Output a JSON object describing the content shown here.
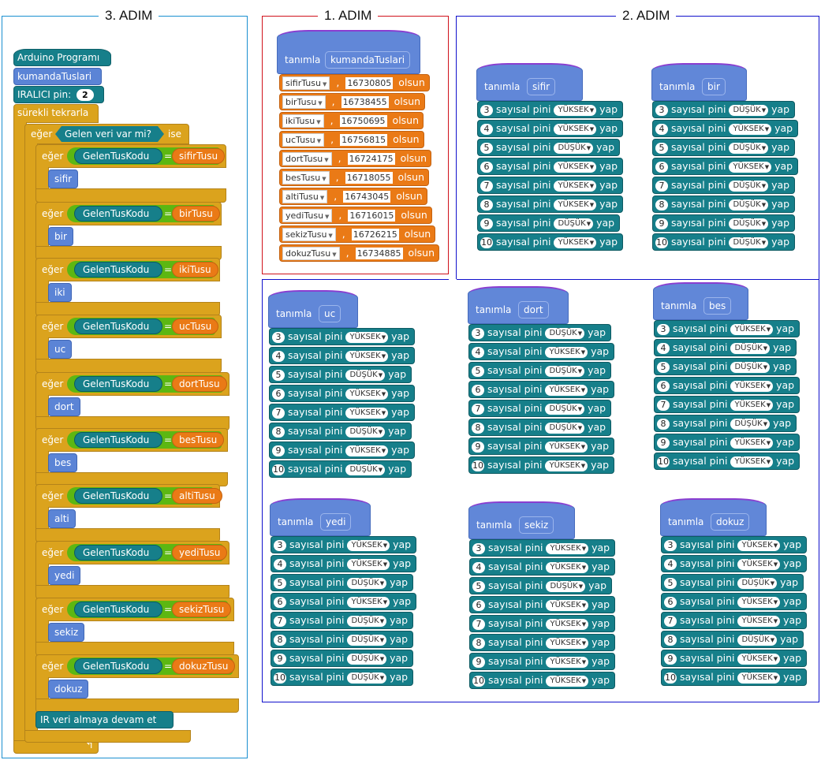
{
  "sections": {
    "step1": {
      "title": "1. ADIM"
    },
    "step2": {
      "title": "2. ADIM"
    },
    "step3": {
      "title": "3. ADIM"
    }
  },
  "main_script": {
    "hat_label": "Arduino Programı",
    "call_label": "kumandaTuslari",
    "ir_label": "IRALICI pin:",
    "ir_pin": "2",
    "forever_label": "sürekli tekrarla",
    "outer_if": {
      "if_word": "eğer",
      "condition": "Gelen veri var mi?",
      "then_word": "ise"
    },
    "inner_ifs": [
      {
        "if_word": "eğer",
        "variable": "GelenTusKodu",
        "op": "=",
        "key": "sifirTusu",
        "call": "sifir"
      },
      {
        "if_word": "eğer",
        "variable": "GelenTusKodu",
        "op": "=",
        "key": "birTusu",
        "call": "bir"
      },
      {
        "if_word": "eğer",
        "variable": "GelenTusKodu",
        "op": "=",
        "key": "ikiTusu",
        "call": "iki"
      },
      {
        "if_word": "eğer",
        "variable": "GelenTusKodu",
        "op": "=",
        "key": "ucTusu",
        "call": "uc"
      },
      {
        "if_word": "eğer",
        "variable": "GelenTusKodu",
        "op": "=",
        "key": "dortTusu",
        "call": "dort"
      },
      {
        "if_word": "eğer",
        "variable": "GelenTusKodu",
        "op": "=",
        "key": "besTusu",
        "call": "bes"
      },
      {
        "if_word": "eğer",
        "variable": "GelenTusKodu",
        "op": "=",
        "key": "altiTusu",
        "call": "alti"
      },
      {
        "if_word": "eğer",
        "variable": "GelenTusKodu",
        "op": "=",
        "key": "yediTusu",
        "call": "yedi"
      },
      {
        "if_word": "eğer",
        "variable": "GelenTusKodu",
        "op": "=",
        "key": "sekizTusu",
        "call": "sekiz"
      },
      {
        "if_word": "eğer",
        "variable": "GelenTusKodu",
        "op": "=",
        "key": "dokuzTusu",
        "call": "dokuz"
      }
    ],
    "resume_label": "IR veri almaya devam et",
    "loop_icon": "loop-arrow-icon"
  },
  "definitions": {
    "define_word": "tanımla",
    "name": "kumandaTuslari",
    "set_word": "olsun",
    "rows": [
      {
        "key": "sifirTusu",
        "value": "16730805"
      },
      {
        "key": "birTusu",
        "value": "16738455"
      },
      {
        "key": "ikiTusu",
        "value": "16750695"
      },
      {
        "key": "ucTusu",
        "value": "16756815"
      },
      {
        "key": "dortTusu",
        "value": "16724175"
      },
      {
        "key": "besTusu",
        "value": "16718055"
      },
      {
        "key": "altiTusu",
        "value": "16743045"
      },
      {
        "key": "yediTusu",
        "value": "16716015"
      },
      {
        "key": "sekizTusu",
        "value": "16726215"
      },
      {
        "key": "dokuzTusu",
        "value": "16734885"
      }
    ]
  },
  "pin_labels": {
    "define_word": "tanımla",
    "middle": "sayısal pini",
    "end": "yap",
    "high": "YÜKSEK",
    "low": "DÜŞÜK"
  },
  "procedures": [
    {
      "name": "sifir",
      "pins": [
        3,
        4,
        5,
        6,
        7,
        8,
        9,
        10
      ],
      "states": [
        "YÜKSEK",
        "YÜKSEK",
        "DÜŞÜK",
        "YÜKSEK",
        "YÜKSEK",
        "YÜKSEK",
        "DÜŞÜK",
        "YÜKSEK"
      ]
    },
    {
      "name": "bir",
      "pins": [
        3,
        4,
        5,
        6,
        7,
        8,
        9,
        10
      ],
      "states": [
        "DÜŞÜK",
        "YÜKSEK",
        "DÜŞÜK",
        "YÜKSEK",
        "DÜŞÜK",
        "DÜŞÜK",
        "DÜŞÜK",
        "DÜŞÜK"
      ]
    },
    {
      "name": "uc",
      "pins": [
        3,
        4,
        5,
        6,
        7,
        8,
        9,
        10
      ],
      "states": [
        "YÜKSEK",
        "YÜKSEK",
        "DÜŞÜK",
        "YÜKSEK",
        "YÜKSEK",
        "DÜŞÜK",
        "YÜKSEK",
        "DÜŞÜK"
      ]
    },
    {
      "name": "dort",
      "pins": [
        3,
        4,
        5,
        6,
        7,
        8,
        9,
        10
      ],
      "states": [
        "DÜŞÜK",
        "YÜKSEK",
        "DÜŞÜK",
        "YÜKSEK",
        "DÜŞÜK",
        "DÜŞÜK",
        "YÜKSEK",
        "YÜKSEK"
      ]
    },
    {
      "name": "bes",
      "pins": [
        3,
        4,
        5,
        6,
        7,
        8,
        9,
        10
      ],
      "states": [
        "YÜKSEK",
        "DÜŞÜK",
        "DÜŞÜK",
        "YÜKSEK",
        "YÜKSEK",
        "DÜŞÜK",
        "YÜKSEK",
        "YÜKSEK"
      ]
    },
    {
      "name": "yedi",
      "pins": [
        3,
        4,
        5,
        6,
        7,
        8,
        9,
        10
      ],
      "states": [
        "YÜKSEK",
        "YÜKSEK",
        "DÜŞÜK",
        "YÜKSEK",
        "DÜŞÜK",
        "DÜŞÜK",
        "DÜŞÜK",
        "DÜŞÜK"
      ]
    },
    {
      "name": "sekiz",
      "pins": [
        3,
        4,
        5,
        6,
        7,
        8,
        9,
        10
      ],
      "states": [
        "YÜKSEK",
        "YÜKSEK",
        "DÜŞÜK",
        "YÜKSEK",
        "YÜKSEK",
        "YÜKSEK",
        "YÜKSEK",
        "YÜKSEK"
      ]
    },
    {
      "name": "dokuz",
      "pins": [
        3,
        4,
        5,
        6,
        7,
        8,
        9,
        10
      ],
      "states": [
        "YÜKSEK",
        "YÜKSEK",
        "DÜŞÜK",
        "YÜKSEK",
        "YÜKSEK",
        "DÜŞÜK",
        "YÜKSEK",
        "YÜKSEK"
      ]
    }
  ],
  "colors": {
    "arduino_teal": "#167f8a",
    "custom_block_blue": "#5b84d6",
    "control_gold": "#dba31d",
    "variable_orange": "#ea7a16",
    "operator_green": "#5cb712",
    "step1_border": "#d0121b",
    "step2_border": "#1010cc",
    "step3_border": "#1a8fd0"
  }
}
